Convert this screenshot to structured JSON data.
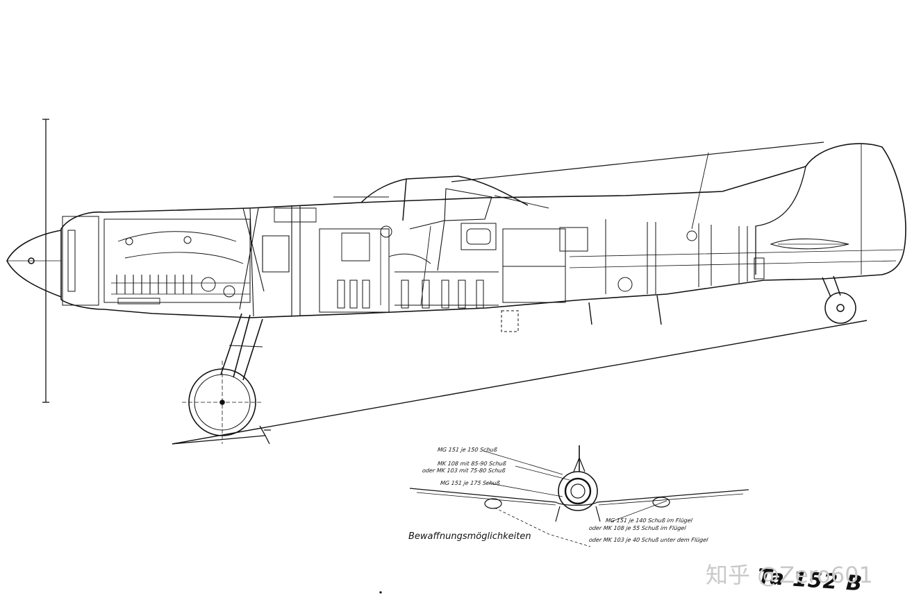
{
  "drawing": {
    "designation": "Ta 152 B",
    "armament_caption": "Bewaffnungsmöglichkeiten",
    "armament_notes": [
      "MG 151 je 150 Schuß",
      "MK 108 mit 85-90 Schuß",
      "oder MK 103 mit 75-80 Schuß",
      "MG 151 je 175 Schuß",
      "MG 151 je 140 Schuß im Flügel",
      "oder MK 108 je 55 Schuß im Flügel",
      "oder MK 103 je 40 Schuß unter dem Flügel"
    ],
    "watermark": "知乎 @Zero601"
  },
  "style": {
    "ink": "#111111",
    "paper": "#ffffff",
    "watermark": "#c9c9c9"
  }
}
